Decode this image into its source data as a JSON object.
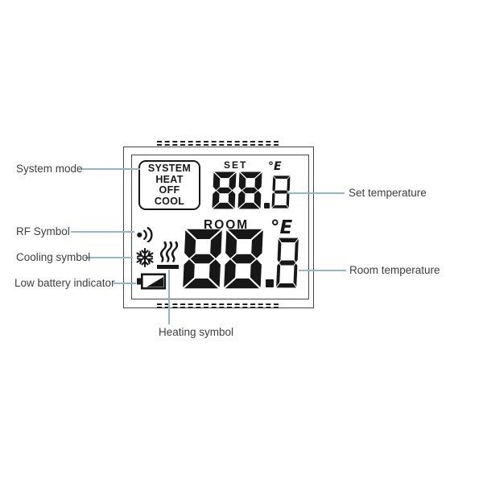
{
  "colors": {
    "callout_line": "#8fb4da",
    "label_text": "#3d3d3d",
    "lcd_ink": "#171717",
    "frame_border": "#474747"
  },
  "labels": {
    "system_mode": "System mode",
    "rf_symbol": "RF Symbol",
    "cooling_symbol": "Cooling symbol",
    "low_battery": "Low battery indicator",
    "heating_symbol": "Heating symbol",
    "set_temperature": "Set temperature",
    "room_temperature": "Room temperature"
  },
  "display": {
    "system_box": {
      "lines": [
        "SYSTEM",
        "HEAT",
        "OFF",
        "COOL"
      ]
    },
    "set": {
      "label": "SET",
      "value": "88.8",
      "unit": "°E"
    },
    "room": {
      "label": "ROOM",
      "value": "88.8",
      "unit": "°E"
    },
    "icons": {
      "rf": "rf-signal-icon",
      "cooling": "snowflake-icon",
      "heating": "heat-waves-icon",
      "battery": "low-battery-icon"
    }
  }
}
